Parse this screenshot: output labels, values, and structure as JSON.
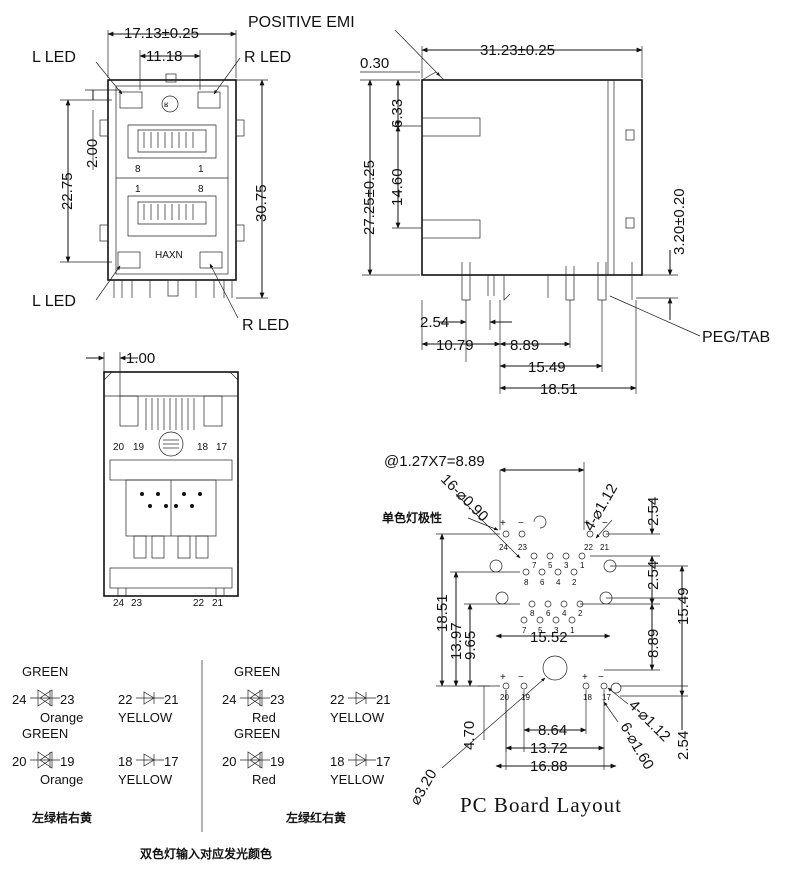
{
  "front_view": {
    "dims": {
      "width": "17.13±0.25",
      "inner": "11.18",
      "h1": "22.75",
      "h2": "2.00",
      "h3": "30.75"
    },
    "labels": {
      "l_led_top": "L LED",
      "r_led_top": "R LED",
      "l_led_bottom": "L LED",
      "r_led_bottom": "R LED",
      "positive_emi": "POSITIVE EMI",
      "haxn": "HAXN"
    },
    "pins": {
      "p8a": "8",
      "p1a": "1",
      "p1b": "1",
      "p8b": "8"
    }
  },
  "side_view": {
    "dims": {
      "t": "0.30",
      "len": "31.23±0.25",
      "h": "27.25±0.25",
      "d1": "6.33",
      "d2": "14.60",
      "d3": "3.20±0.20",
      "a": "2.54",
      "b": "10.79",
      "c": "8.89",
      "d": "15.49",
      "e": "18.51"
    },
    "peg_tab": "PEG/TAB"
  },
  "bottom_view": {
    "dim": "1.00",
    "pins_top": [
      "20",
      "19",
      "18",
      "17"
    ],
    "pins_bottom": [
      "24",
      "23",
      "22",
      "21"
    ]
  },
  "pcb_layout": {
    "dims": {
      "pitch": "@1.27X7=8.89",
      "holes16": "16-⌀0.90",
      "holes4a": "4-⌀1.12",
      "v254a": "2.54",
      "v254b": "2.54",
      "v1851": "18.51",
      "v1397": "13.97",
      "v965": "9.65",
      "h1552": "15.52",
      "v1549": "15.49",
      "v889": "8.89",
      "v470": "4.70",
      "h864": "8.64",
      "h1372": "13.72",
      "h1688": "16.88",
      "holes4b": "4-⌀1.12",
      "holes6": "6-⌀1.60",
      "v254c": "2.54",
      "d320": "⌀3.20"
    },
    "polarity_label": "单色灯极性",
    "pins_a": [
      "24",
      "23",
      "22",
      "21"
    ],
    "pins_mid_top": [
      "7",
      "5",
      "3",
      "1",
      "8",
      "6",
      "4",
      "2"
    ],
    "pins_mid_bottom": [
      "8",
      "6",
      "4",
      "2",
      "7",
      "5",
      "3",
      "1"
    ],
    "pins_b": [
      "20",
      "19",
      "18",
      "17"
    ],
    "title": "PC Board Layout"
  },
  "led_legend": {
    "left": {
      "top": {
        "color1": "GREEN",
        "a": "24",
        "b": "23",
        "color2": "Orange"
      },
      "bottom": {
        "color1": "GREEN",
        "a": "20",
        "b": "19",
        "color2": "Orange"
      },
      "y1": {
        "a": "22",
        "b": "21",
        "color": "YELLOW"
      },
      "y2": {
        "a": "18",
        "b": "17",
        "color": "YELLOW"
      },
      "caption": "左绿桔右黄"
    },
    "right": {
      "top": {
        "color1": "GREEN",
        "a": "24",
        "b": "23",
        "color2": "Red"
      },
      "bottom": {
        "color1": "GREEN",
        "a": "20",
        "b": "19",
        "color2": "Red"
      },
      "y1": {
        "a": "22",
        "b": "21",
        "color": "YELLOW"
      },
      "y2": {
        "a": "18",
        "b": "17",
        "color": "YELLOW"
      },
      "caption": "左绿红右黄"
    },
    "footer": "双色灯输入对应发光颜色"
  }
}
